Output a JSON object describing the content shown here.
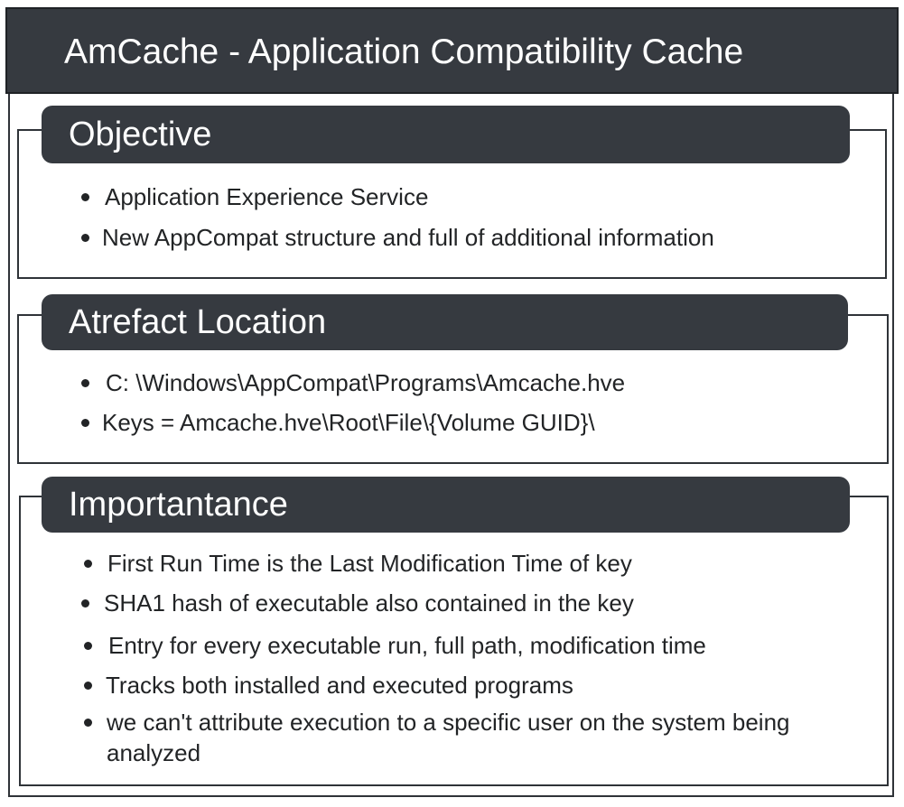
{
  "title": "AmCache - Application Compatibility Cache",
  "sections": [
    {
      "header": "Objective",
      "bullets": [
        "Application Experience Service",
        "New AppCompat structure and full of additional information"
      ]
    },
    {
      "header": "Atrefact Location",
      "bullets": [
        "C: \\Windows\\AppCompat\\Programs\\Amcache.hve",
        "Keys = Amcache.hve\\Root\\File\\{Volume GUID}\\"
      ]
    },
    {
      "header": "Importantance",
      "bullets": [
        "First Run Time is the Last Modification Time of key",
        "SHA1 hash of executable also contained in the key",
        "Entry for every executable run, full path, modification time",
        "Tracks both installed and executed programs",
        "we can't attribute execution to a specific user on the system being analyzed"
      ]
    }
  ],
  "colors": {
    "header_bg": "#363a40",
    "header_text": "#ffffff",
    "body_text": "#222426",
    "border": "#2f3338"
  }
}
